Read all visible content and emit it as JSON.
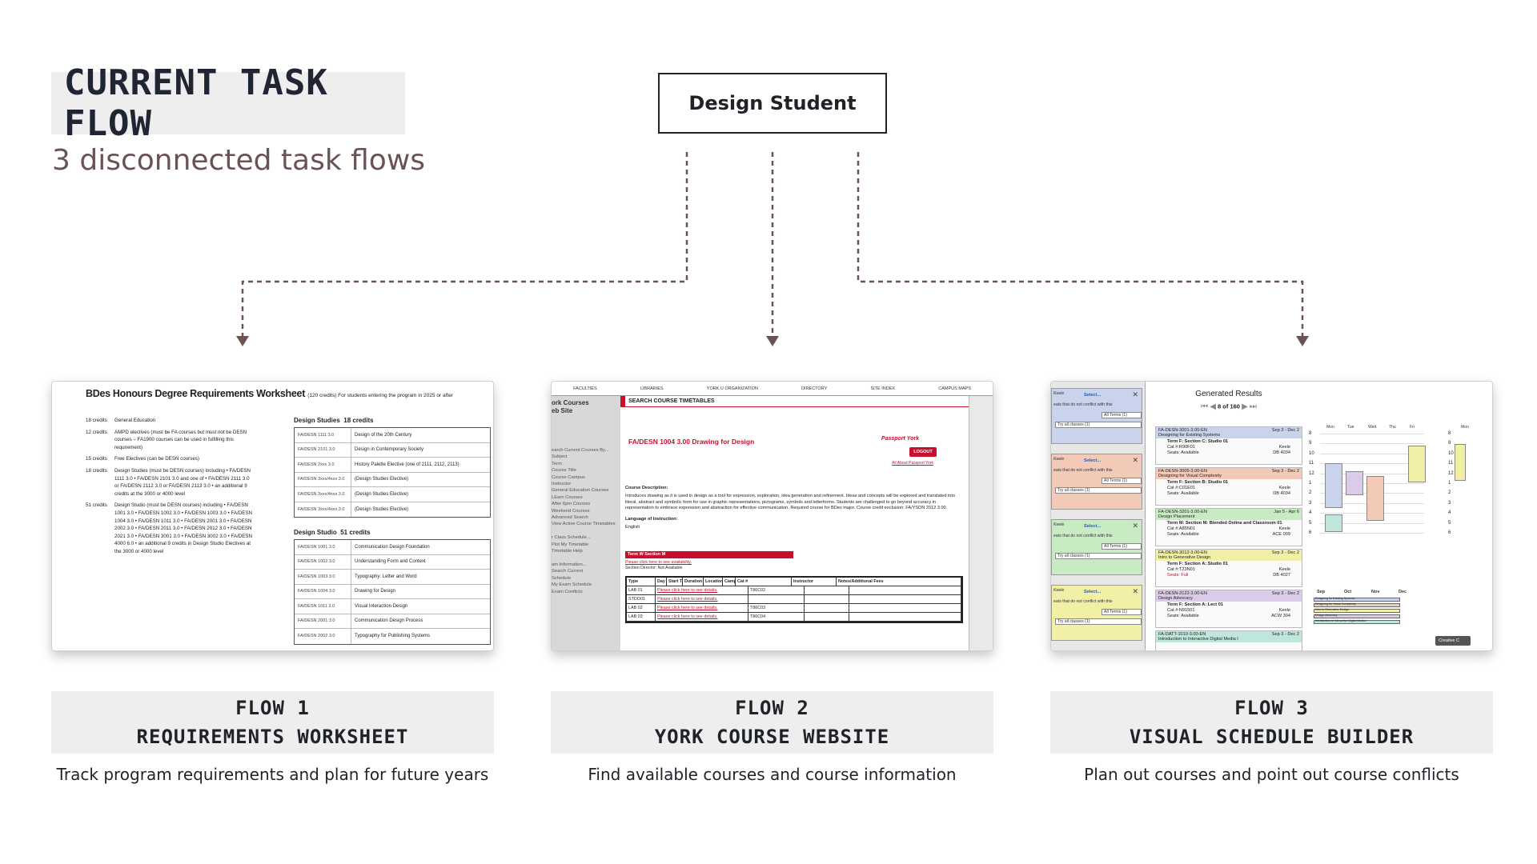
{
  "header": {
    "title": "CURRENT TASK FLOW",
    "subtitle": "3 disconnected task flows"
  },
  "root_node": {
    "label": "Design Student"
  },
  "colors": {
    "connector": "#6b5354",
    "label_bg": "#eeeeee",
    "text": "#1f2328",
    "accent_red": "#c8102e"
  },
  "flows": [
    {
      "number": "FLOW 1",
      "name": "REQUIREMENTS WORKSHEET",
      "description": "Track program requirements and plan for future years"
    },
    {
      "number": "FLOW 2",
      "name": "YORK COURSE WEBSITE",
      "description": "Find available courses and course information"
    },
    {
      "number": "FLOW 3",
      "name": "VISUAL SCHEDULE BUILDER",
      "description": "Plan out courses and point out course conflicts"
    }
  ],
  "worksheet": {
    "title": "BDes Honours Degree Requirements Worksheet",
    "title_note": "(120 credits) For students entering the program in 2025 or after",
    "left_rows": [
      {
        "credits": "18 credits",
        "text": "General Education"
      },
      {
        "credits": "12 credits",
        "text": "AMPD electives (must be FA courses but must not be DESN courses – FA1900 courses can be used in fulfilling this requirement)"
      },
      {
        "credits": "15 credits",
        "text": "Free Electives (can be DESN courses)"
      },
      {
        "credits": "18 credits",
        "text": "Design Studies (must be DESN courses) including • FA/DESN 1111 3.0 • FA/DESN 2101 3.0 and one of • FA/DESN 2111 3.0 or FA/DESN 2112 3.0 or FA/DESN 2113 3.0 • an additional 9 credits at the 3000 or 4000 level"
      },
      {
        "credits": "51 credits",
        "text": "Design Studio (must be DESN courses) including • FA/DESN 1001 3.0 • FA/DESN 1002 3.0 • FA/DESN 1003 3.0 • FA/DESN 1004 3.0 • FA/DESN 1011 3.0 • FA/DESN 2001 3.0 • FA/DESN 2002 3.0 • FA/DESN 2011 3.0 • FA/DESN 2012 3.0 • FA/DESN 2021 3.0 • FA/DESN 3001 3.0 • FA/DESN 3002 3.0 • FA/DESN 4000 6.0 • an additional 9 credits in Design Studio Electives at the 3000 or 4000 level"
      }
    ],
    "studies_heading": "Design Studies",
    "studies_credits": "18 credits",
    "studies_rows": [
      {
        "code": "FA/DESN 1111 3.0",
        "name": "Design of the 20th Century"
      },
      {
        "code": "FA/DESN 2101 3.0",
        "name": "Design in Contemporary Society"
      },
      {
        "code": "FA/DESN 2xxx 3.0",
        "name": "History Palette Elective (one of 2111, 2112, 2113)"
      },
      {
        "code": "FA/DESN 3xxx/4xxx 3.0",
        "name": "(Design Studies Elective)"
      },
      {
        "code": "FA/DESN 3xxx/4xxx 3.0",
        "name": "(Design Studies Elective)"
      },
      {
        "code": "FA/DESN 3xxx/4xxx 3.0",
        "name": "(Design Studies Elective)"
      }
    ],
    "studio_heading": "Design Studio",
    "studio_credits": "51 credits",
    "studio_rows": [
      {
        "code": "FA/DESN 1001 3.0",
        "name": "Communication Design Foundation"
      },
      {
        "code": "FA/DESN 1002 3.0",
        "name": "Understanding Form and Context"
      },
      {
        "code": "FA/DESN 1003 3.0",
        "name": "Typography: Letter and Word"
      },
      {
        "code": "FA/DESN 1004 3.0",
        "name": "Drawing for Design"
      },
      {
        "code": "FA/DESN 1011 3.0",
        "name": "Visual Interaction Design"
      },
      {
        "code": "FA/DESN 2001 3.0",
        "name": "Communication Design Process"
      },
      {
        "code": "FA/DESN 2002 3.0",
        "name": "Typography for Publishing Systems"
      }
    ]
  },
  "york": {
    "nav": [
      "FACULTIES",
      "LIBRARIES",
      "YORK U ORGANIZATION",
      "DIRECTORY",
      "SITE INDEX",
      "CAMPUS MAPS"
    ],
    "side_title_1": "ork Courses",
    "side_title_2": "eb Site",
    "side_links": [
      "earch Current Courses By...",
      "Subject",
      "Term",
      "Course Title",
      "Course Campus",
      "Instructor",
      "General Education Courses",
      "LEarn Courses",
      "After 6pm Courses",
      "Weekend Courses",
      "Advanced Search",
      "View Active Course Timetables",
      "",
      "r Class Schedule...",
      "Plot My Timetable",
      "Timetable Help",
      "",
      "am Information...",
      "Search Current",
      "Schedule",
      "My Exam Schedule",
      "Exam Conflicts"
    ],
    "bar_title": "SEARCH COURSE TIMETABLES",
    "course_title": "FA/DESN 1004 3.00   Drawing for Design",
    "logo": "Passport York",
    "logout": "LOGOUT",
    "about": "All About Passport York",
    "desc_heading": "Course Description:",
    "desc_text": "Introduces drawing as it is used in design as a tool for expression, exploration, idea generation and refinement. Ideas and concepts will be explored and translated into literal, abstract and symbolic form for use in graphic representations, pictograms, symbols and letterforms. Students are challenged to go beyond accuracy in representation to embrace expression and abstraction for effective communication. Required course for BDes major. Course credit exclusion: FA/YSDN 2012 3.00.",
    "lang_heading": "Language of Instruction:",
    "lang": "English",
    "term": "Term W    Section M",
    "avail_link": "Please click here to see availability.",
    "director": "Section Director: Not Available",
    "table_headers": [
      "Type",
      "Day",
      "Start Time",
      "Duration",
      "Location",
      "Campus",
      "Cat #",
      "Instructor",
      "Notes/Additional Fees"
    ],
    "table_rows": [
      {
        "type": "LAB 01",
        "link": "Please click here to see details.",
        "cat": "T86C02"
      },
      {
        "type": "STDO01",
        "link": "Please click here to see details.",
        "cat": ""
      },
      {
        "type": "LAB 02",
        "link": "Please click here to see details.",
        "cat": "T86C03"
      },
      {
        "type": "LAB 03",
        "link": "Please click here to see details.",
        "cat": "T86C04"
      }
    ]
  },
  "schedule": {
    "title": "Generated Results",
    "pager": "8 of 160",
    "select_label": "Select...",
    "campus": "Keele",
    "conflict_text": "eats that do not conflict with this",
    "all_terms": "All Terms (1)",
    "try_all": "Try all classes (1)",
    "courses": [
      {
        "code": "FA-DESN-3001-3.00-EN",
        "name": "Designing for Existing Systems",
        "dates": "Sep 3 - Dec 2",
        "section": "Term F: Section C: Studio 01",
        "cat": "Cat #:R90F01",
        "campus": "Keele",
        "room": "DB 4034",
        "seats": "Seats: Available",
        "color": "#c9d4ec"
      },
      {
        "code": "FA-DESN-3005-3.00-EN",
        "name": "Designing for Visual Complexity",
        "dates": "Sep 3 - Dec 2",
        "section": "Term F: Section B: Studio 01",
        "cat": "Cat #:C01E01",
        "campus": "Keele",
        "room": "DB 4034",
        "seats": "Seats: Available",
        "color": "#f3c9b8"
      },
      {
        "code": "FA-DESN-3201-3.00-EN",
        "name": "Design Placement",
        "dates": "Jan 5 - Apr 6",
        "section": "Term M: Section M: Blended Online and Classroom 01",
        "cat": "Cat #:A85N01",
        "campus": "Keele",
        "room": "ACE 009",
        "seats": "Seats: Available",
        "color": "#c8ebc4"
      },
      {
        "code": "FA-DESN-3012-3.00-EN",
        "name": "Intro to Generative Design",
        "dates": "Sep 3 - Dec 2",
        "section": "Term F: Section A: Studio 01",
        "cat": "Cat #:T23N01",
        "campus": "Keele",
        "room": "DB 4027",
        "seats": "Seats: Full",
        "color": "#f2efa6"
      },
      {
        "code": "FA-DESN-3122-3.00-EN",
        "name": "Design Advocacy",
        "dates": "Sep 3 - Dec 2",
        "section": "Term F: Section A: Lect 01",
        "cat": "Cat #:N91501",
        "campus": "Keele",
        "room": "ACW 304",
        "seats": "Seats: Available",
        "color": "#dccbe8"
      },
      {
        "code": "FA-DATT-1010-3.00-EN",
        "name": "Introduction to Interactive Digital Media I",
        "dates": "Sep 3 - Dec 2",
        "section": "",
        "cat": "",
        "campus": "",
        "room": "",
        "seats": "",
        "color": "#bfe6dd"
      }
    ],
    "days": [
      "Mon",
      "Tue",
      "Wed",
      "Thu",
      "Fri"
    ],
    "hours": [
      "8",
      "9",
      "10",
      "11",
      "12",
      "1",
      "2",
      "3",
      "4",
      "5",
      "6"
    ],
    "months": [
      "Sep",
      "Oct",
      "Nov",
      "Dec"
    ],
    "timeline": [
      "Designing for Existing Systems",
      "Designing for Visual Complexity",
      "Intro to Generative Design",
      "Design Advocacy",
      "Introduction to Interactive Digital Media I"
    ],
    "far_label": "Creative C"
  }
}
